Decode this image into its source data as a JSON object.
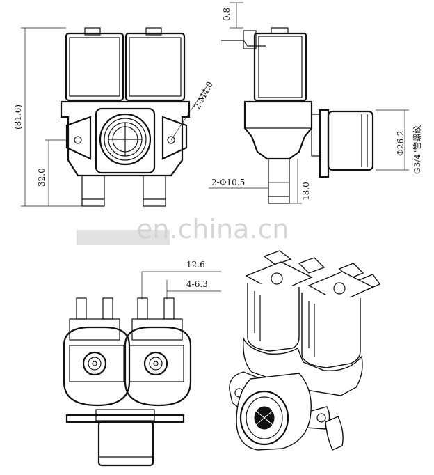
{
  "dimensions": {
    "top_terminal": "0.8",
    "thread_label": "2-M4.0",
    "height_total": "(81.6)",
    "height_mount": "32.0",
    "outlet_dia": "2-Φ10.5",
    "outlet_height": "18.0",
    "inlet_dia": "Φ26.2",
    "inlet_thread": "G3/4\"管螺纹",
    "pitch_a": "12.6",
    "pitch_b": "4-6.3"
  },
  "watermark": "en.china.cn"
}
